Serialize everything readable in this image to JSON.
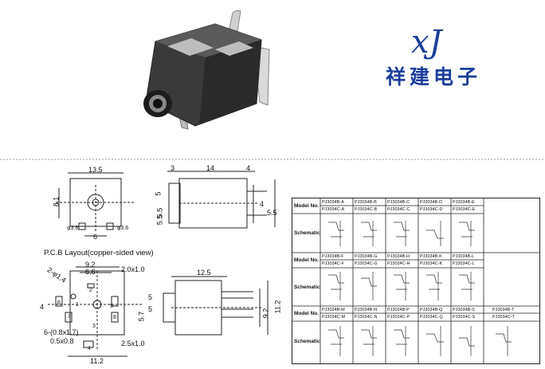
{
  "logo": {
    "mark": "xJ",
    "company": "祥建电子"
  },
  "pcb_title": "P.C.B Layout(copper-sided view)",
  "top_view": {
    "width": "13.5",
    "height": "8.1",
    "pin": "6",
    "hole_left": "φ3.6",
    "hole_right": "φ3.6"
  },
  "side_view": {
    "d1": "3",
    "d2": "14",
    "d3": "4",
    "h1": "5",
    "h2": "5.5",
    "h3": "5.5",
    "r1": "4",
    "r2": "5.5"
  },
  "pcb": {
    "w1": "9.2",
    "w2": "6.6",
    "hole": "2.0x1.0",
    "slot": "2-φ1.4",
    "v1": "4",
    "v2": "5",
    "v3": "5",
    "v4": "5.7",
    "n1": "6-(0.8x1.7)",
    "n2": "0.5x0.8",
    "n3": "2.5x1.0",
    "bottom": "11.2",
    "pins": [
      "1",
      "2",
      "3",
      "4",
      "5",
      "6",
      "7",
      "8"
    ]
  },
  "front_view": {
    "w": "12.5",
    "h1": "11.2",
    "h2": "9.2"
  },
  "table": {
    "row_label_model": "Model No.",
    "row_label_schematic": "Schematic",
    "groups": [
      [
        [
          "PJ3034B-A",
          "PJ3034C-A"
        ],
        [
          "PJ3034B-B",
          "PJ3034C-B"
        ],
        [
          "PJ3034B-C",
          "PJ3034C-C"
        ],
        [
          "PJ3034B-D",
          "PJ3034C-D"
        ],
        [
          "PJ3034B-E",
          "PJ3034C-E"
        ]
      ],
      [
        [
          "PJ3034B-F",
          "PJ3034C-F"
        ],
        [
          "PJ3034B-G",
          "PJ3034C-G"
        ],
        [
          "PJ3034B-H",
          "PJ3034C-H"
        ],
        [
          "PJ3034B-K",
          "PJ3034C-K"
        ],
        [
          "PJ3034B-L",
          "PJ3034C-L"
        ]
      ],
      [
        [
          "PJ3034B-M",
          "PJ3034C-M"
        ],
        [
          "PJ3034B-N",
          "PJ3034C-N"
        ],
        [
          "PJ3034B-P",
          "PJ3034C-P"
        ],
        [
          "PJ3034B-Q",
          "PJ3034C-Q"
        ],
        [
          "PJ3034B-S",
          "PJ3034C-S"
        ],
        [
          "PJ3034B-T",
          "PJ3034C-T"
        ]
      ]
    ]
  }
}
